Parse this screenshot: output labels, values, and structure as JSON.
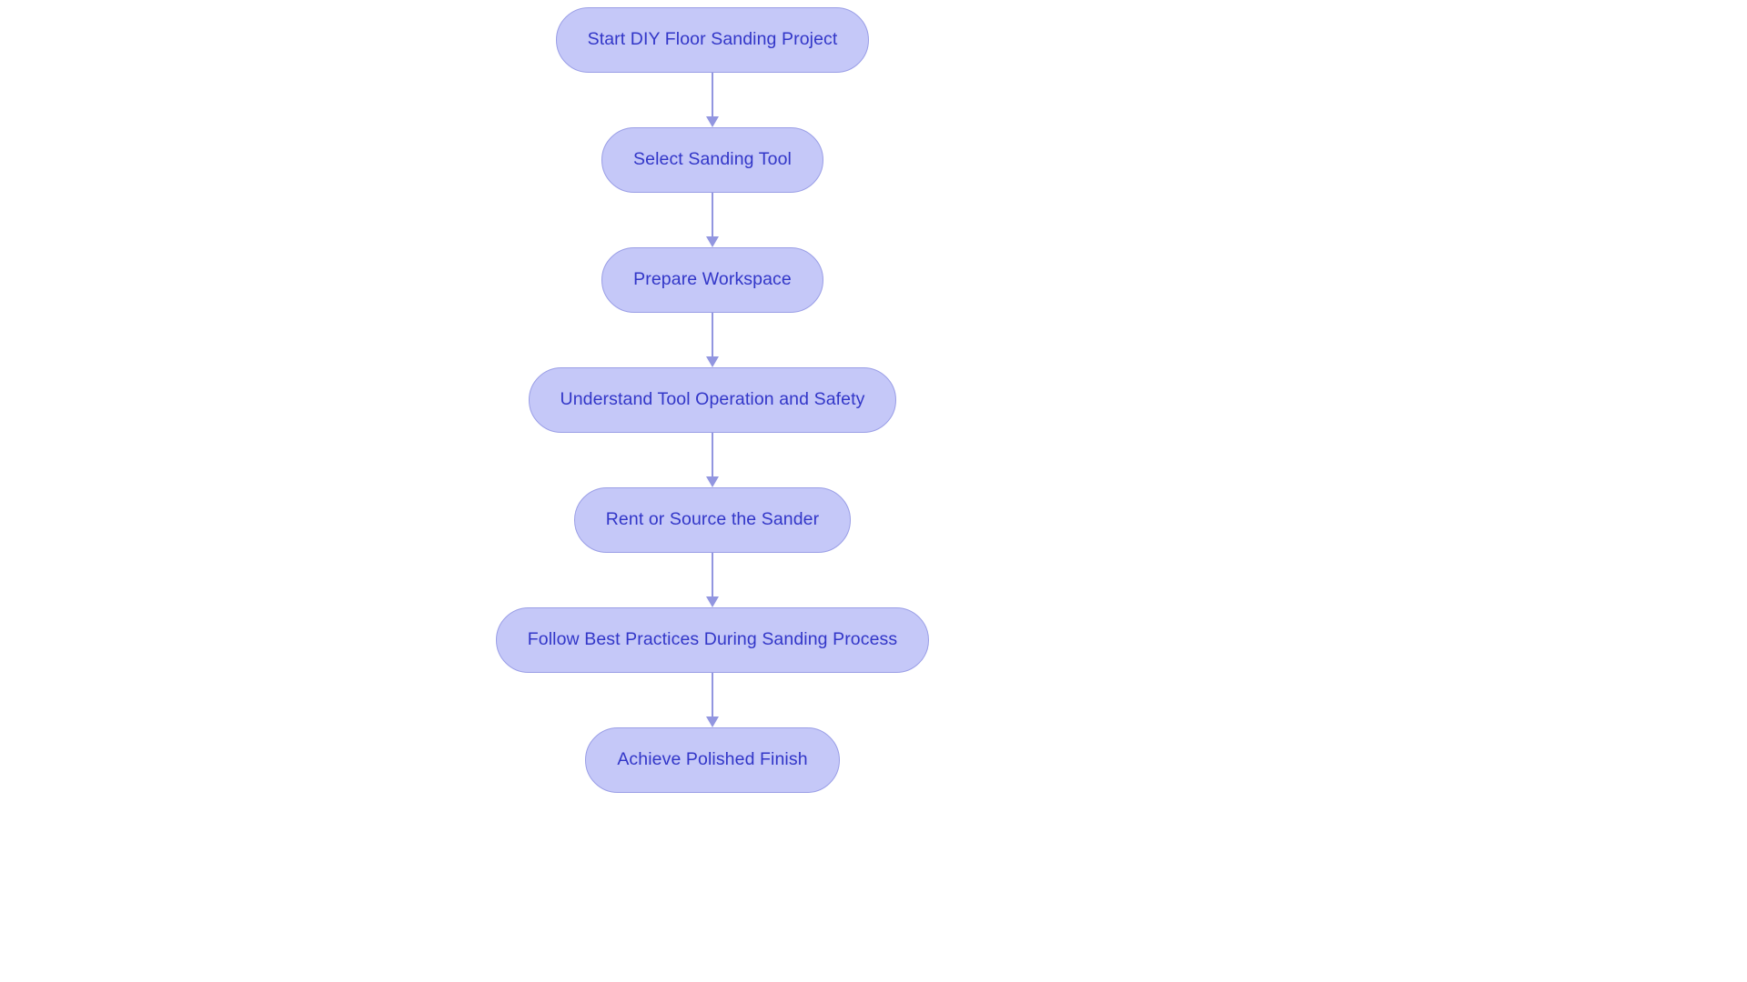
{
  "diagram": {
    "type": "flowchart",
    "orientation": "vertical-top-to-bottom",
    "background_color": "#ffffff",
    "node_fill_color": "#c5c8f8",
    "node_border_color": "#9a9ee6",
    "node_text_color": "#3236c8",
    "connector_color": "#9296e0",
    "node_shape": "stadium",
    "nodes": [
      {
        "id": "n1",
        "label": "Start DIY Floor Sanding Project"
      },
      {
        "id": "n2",
        "label": "Select Sanding Tool"
      },
      {
        "id": "n3",
        "label": "Prepare Workspace"
      },
      {
        "id": "n4",
        "label": "Understand Tool Operation and Safety"
      },
      {
        "id": "n5",
        "label": "Rent or Source the Sander"
      },
      {
        "id": "n6",
        "label": "Follow Best Practices During Sanding Process"
      },
      {
        "id": "n7",
        "label": "Achieve Polished Finish"
      }
    ],
    "edges": [
      {
        "from": "n1",
        "to": "n2",
        "label": ""
      },
      {
        "from": "n2",
        "to": "n3",
        "label": ""
      },
      {
        "from": "n3",
        "to": "n4",
        "label": ""
      },
      {
        "from": "n4",
        "to": "n5",
        "label": ""
      },
      {
        "from": "n5",
        "to": "n6",
        "label": ""
      },
      {
        "from": "n6",
        "to": "n7",
        "label": ""
      }
    ]
  }
}
